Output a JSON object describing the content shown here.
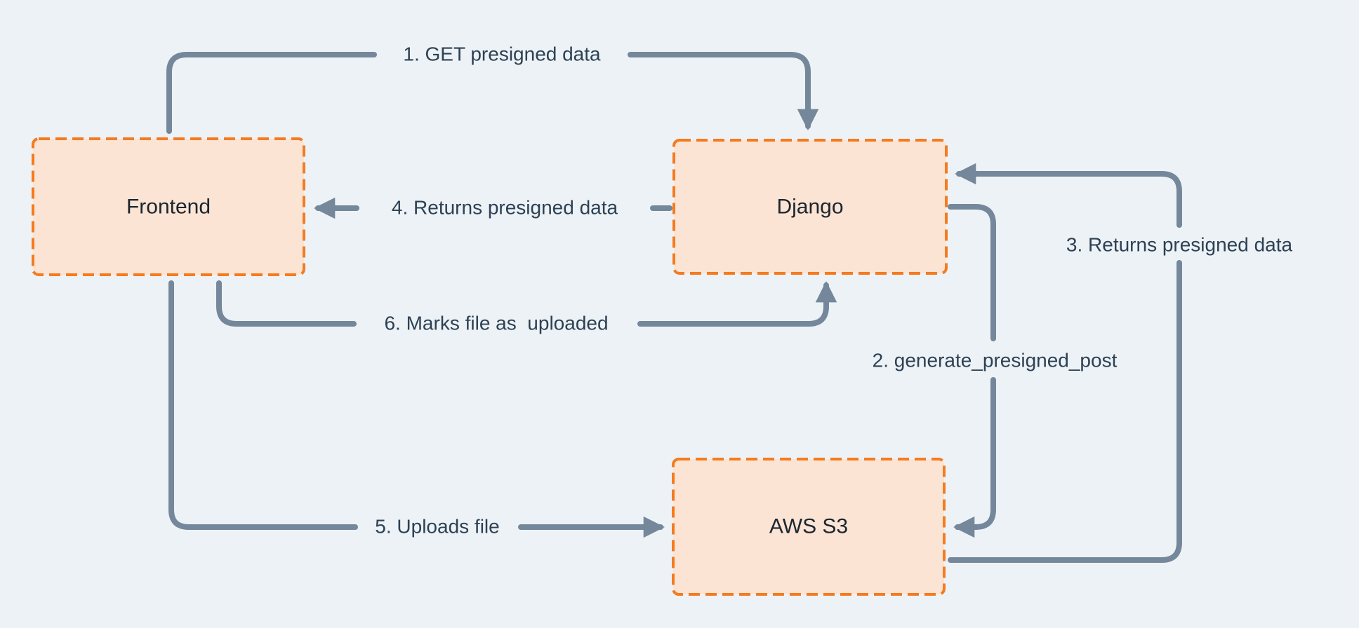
{
  "colors": {
    "background": "#edf2f6",
    "node_fill": "#fce4d4",
    "node_border": "#f47b20",
    "arrow": "#75879a",
    "flow_label_text": "#2d4154",
    "node_label_text": "#1a2630"
  },
  "diagram": {
    "nodes": [
      {
        "id": "frontend",
        "label": "Frontend"
      },
      {
        "id": "django",
        "label": "Django"
      },
      {
        "id": "aws-s3",
        "label": "AWS S3"
      }
    ],
    "flows": [
      {
        "step": 1,
        "label": "1. GET presigned data",
        "from": "Frontend",
        "to": "Django"
      },
      {
        "step": 2,
        "label": "2. generate_presigned_post",
        "from": "Django",
        "to": "AWS S3"
      },
      {
        "step": 3,
        "label": "3. Returns presigned data",
        "from": "AWS S3",
        "to": "Django"
      },
      {
        "step": 4,
        "label": "4. Returns presigned data",
        "from": "Django",
        "to": "Frontend"
      },
      {
        "step": 5,
        "label": "5. Uploads file",
        "from": "Frontend",
        "to": "AWS S3"
      },
      {
        "step": 6,
        "label": "6. Marks file as  uploaded",
        "from": "Frontend",
        "to": "Django"
      }
    ]
  }
}
